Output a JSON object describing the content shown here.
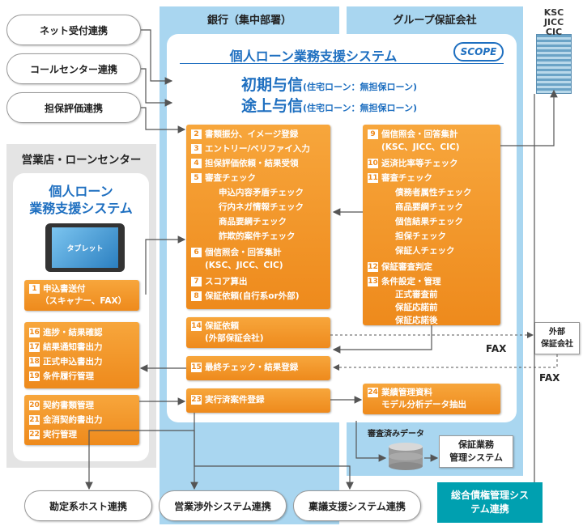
{
  "external": {
    "net": "ネット受付連携",
    "call": "コールセンター連携",
    "collateral": "担保評価連携",
    "kanjo": "勘定系ホスト連携",
    "eigyo_sys": "営業渉外システム連携",
    "ringi": "稟議支援システム連携",
    "sogo": "総合債権管理システム連携"
  },
  "bank": {
    "header": "銀行（集中部署）",
    "system_title": "個人ローン業務支援システム",
    "scope_logo": "SCOPE",
    "line1_main": "初期与信",
    "line1_sub": "(住宅ローン：無担保ローン)",
    "line2_main": "途上与信",
    "line2_sub": "(住宅ローン：無担保ローン)"
  },
  "group": {
    "header": "グループ保証会社"
  },
  "ksc": {
    "lines": [
      "KSC",
      "JICC",
      "CIC"
    ]
  },
  "branch": {
    "header": "営業店・ローンセンター",
    "system_line1": "個人ローン",
    "system_line2": "業務支援システム",
    "tablet": "タブレット"
  },
  "items": {
    "i1": {
      "n": "1",
      "t": "申込書送付",
      "c": "（スキャナー、FAX）"
    },
    "i2": {
      "n": "2",
      "t": "書類振分、イメージ登録"
    },
    "i3": {
      "n": "3",
      "t": "エントリー/ベリファイ入力"
    },
    "i4": {
      "n": "4",
      "t": "担保評価依頼・結果受領"
    },
    "i5": {
      "n": "5",
      "t": "審査チェック"
    },
    "i5s": [
      "申込内容矛盾チェック",
      "行内ネガ情報チェック",
      "商品要綱チェック",
      "詐欺的案件チェック"
    ],
    "i6": {
      "n": "6",
      "t": "個信照会・回答集計",
      "c": "(KSC、JICC、CIC)"
    },
    "i7": {
      "n": "7",
      "t": "スコア算出"
    },
    "i8": {
      "n": "8",
      "t": "保証依頼(自行系or外部)"
    },
    "i9": {
      "n": "9",
      "t": "個信照会・回答集計",
      "c": "(KSC、JICC、CIC)"
    },
    "i10": {
      "n": "10",
      "t": "返済比率等チェック"
    },
    "i11": {
      "n": "11",
      "t": "審査チェック"
    },
    "i11s": [
      "債務者属性チェック",
      "商品要綱チェック",
      "個信結果チェック",
      "担保チェック",
      "保証人チェック"
    ],
    "i12": {
      "n": "12",
      "t": "保証審査判定"
    },
    "i13": {
      "n": "13",
      "t": "条件設定・管理"
    },
    "i13s": [
      "正式審査前",
      "保証応諾前",
      "保証応諾後"
    ],
    "i14": {
      "n": "14",
      "t": "保証依頼",
      "c": "(外部保証会社)"
    },
    "i15": {
      "n": "15",
      "t": "最終チェック・結果登録"
    },
    "i16": {
      "n": "16",
      "t": "進捗・結果確認"
    },
    "i17": {
      "n": "17",
      "t": "結果通知書出力"
    },
    "i18": {
      "n": "18",
      "t": "正式申込書出力"
    },
    "i19": {
      "n": "19",
      "t": "条件履行管理"
    },
    "i20": {
      "n": "20",
      "t": "契約書類管理"
    },
    "i21": {
      "n": "21",
      "t": "金消契約書出力"
    },
    "i22": {
      "n": "22",
      "t": "実行管理"
    },
    "i23": {
      "n": "23",
      "t": "実行済案件登録"
    },
    "i24": {
      "n": "24",
      "t": "業績管理資料",
      "c": "モデル分析データ抽出"
    }
  },
  "outside_guarantor": {
    "line1": "外部",
    "line2": "保証会社"
  },
  "fax1": "FAX",
  "fax2": "FAX",
  "db_label": "審査済みデータ",
  "hosho": {
    "line1": "保証業務",
    "line2": "管理システム"
  },
  "colors": {
    "bank_bg": "#a9d6f0",
    "orange": "#ee8a1c",
    "branch_bg": "#e4e4e4",
    "teal": "#00a0b0",
    "title_blue": "#1e6fc0"
  }
}
